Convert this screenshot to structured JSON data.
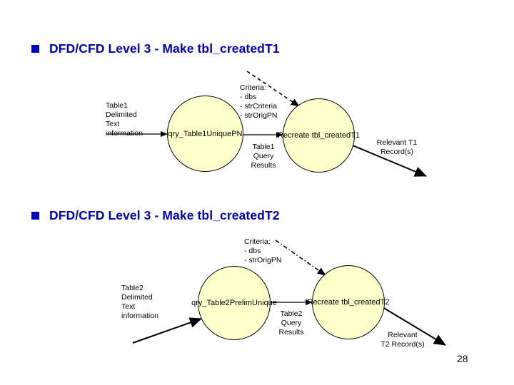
{
  "slide": {
    "page_number": "28",
    "accent_color": "#0000bb",
    "node_fill_color": "#ffffcc",
    "node_stroke_color": "#000000"
  },
  "sections": [
    {
      "heading": "DFD/CFD Level 3 - Make tbl_createdT1",
      "bullet_icon": "square-bullet-icon",
      "nodes": [
        {
          "id": "qry-t1",
          "label": "qry_Table1UniquePN"
        },
        {
          "id": "recreate-t1",
          "label": "Recreate tbl_createdT1"
        }
      ],
      "labels": {
        "source": "Table1\nDelimited\nText\ninformation",
        "criteria": "Criteria:\n- dbs\n- strCriteria\n- strOrigPN",
        "results": "Table1\nQuery\nResults",
        "output": "Relevant T1\nRecord(s)"
      }
    },
    {
      "heading": "DFD/CFD Level 3 - Make tbl_createdT2",
      "bullet_icon": "square-bullet-icon",
      "nodes": [
        {
          "id": "qry-t2",
          "label": "qry_Table2PrelimUnique"
        },
        {
          "id": "recreate-t2",
          "label": "Recreate tbl_createdT2"
        }
      ],
      "labels": {
        "source": "Table2\nDelimited\nText\ninformation",
        "criteria": "Criteria:\n- dbs\n- strOrigPN",
        "results": "Table2\nQuery\nResults",
        "output": "Relevant\nT2 Record(s)"
      }
    }
  ]
}
